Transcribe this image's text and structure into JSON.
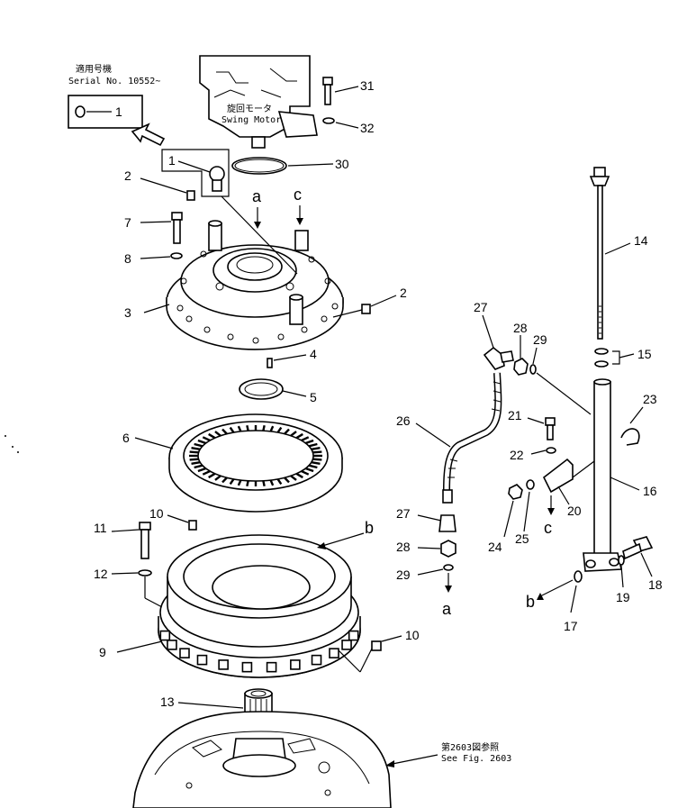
{
  "notes": {
    "serial_jp": "適用号機",
    "serial_en": "Serial No. 10552~",
    "swing_motor_jp": "旋回モータ",
    "swing_motor_en": "Swing Motor",
    "see_fig_jp": "第2603図参照",
    "see_fig_en": "See Fig. 2603",
    "inset_label": "1"
  },
  "callouts": {
    "c1": "1",
    "c2a": "2",
    "c2b": "2",
    "c3": "3",
    "c4": "4",
    "c5": "5",
    "c6": "6",
    "c7": "7",
    "c8": "8",
    "c9": "9",
    "c10a": "10",
    "c10b": "10",
    "c11": "11",
    "c12": "12",
    "c13": "13",
    "c14": "14",
    "c15": "15",
    "c16": "16",
    "c17": "17",
    "c18": "18",
    "c19": "19",
    "c20": "20",
    "c21": "21",
    "c22": "22",
    "c23": "23",
    "c24": "24",
    "c25": "25",
    "c26": "26",
    "c27a": "27",
    "c27b": "27",
    "c28a": "28",
    "c28b": "28",
    "c29a": "29",
    "c29b": "29",
    "c30": "30",
    "c31": "31",
    "c32": "32"
  },
  "connectors": {
    "a_top": "a",
    "a_bottom": "a",
    "b_top": "b",
    "b_bottom": "b",
    "c_top": "c",
    "c_bottom": "c"
  }
}
